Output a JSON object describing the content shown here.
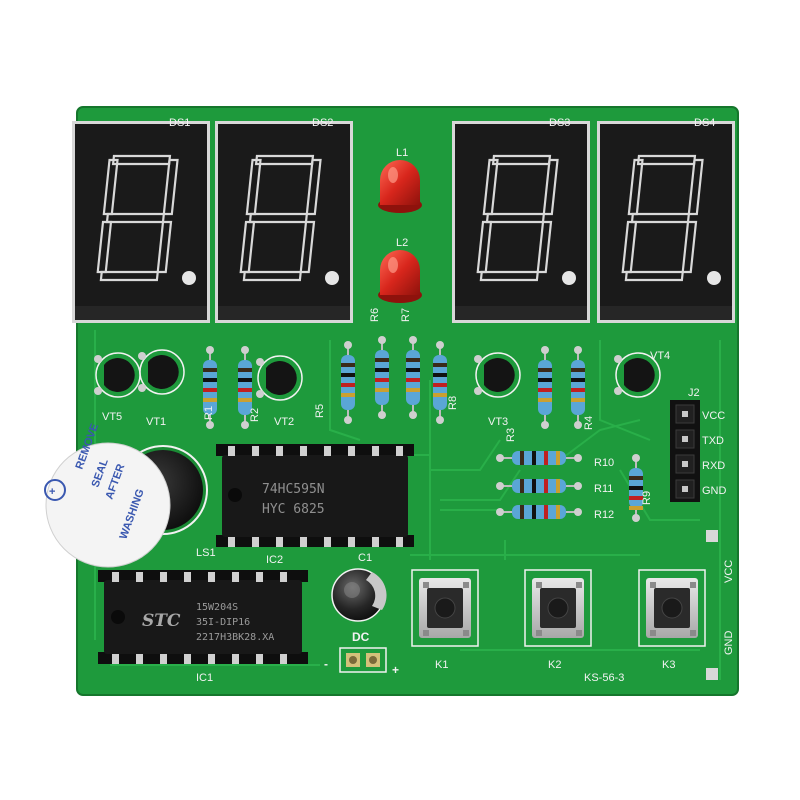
{
  "board": {
    "model": "KS-56-3",
    "colors": {
      "pcb": "#1e9a3c",
      "pcb_dark": "#147a2c",
      "silk": "#f2f2f2",
      "display": "#1a1a1a",
      "led": "#d8261c"
    }
  },
  "displays": [
    "DS1",
    "DS2",
    "DS3",
    "DS4"
  ],
  "leds": [
    "L1",
    "L2"
  ],
  "transistors": [
    "VT1",
    "VT2",
    "VT3",
    "VT4",
    "VT5"
  ],
  "resistors": [
    "R1",
    "R2",
    "R3",
    "R4",
    "R5",
    "R6",
    "R7",
    "R8",
    "R9",
    "R10",
    "R11",
    "R12"
  ],
  "chips": {
    "ic2": {
      "ref": "IC2",
      "line1": "74HC595N",
      "line2": "HYC 6825"
    },
    "ic1": {
      "ref": "IC1",
      "brand": "STC",
      "line1": "15W204S",
      "line2": "35I-DIP16",
      "line3": "2217H3BK28.XA"
    }
  },
  "buzzer": {
    "ref": "LS1",
    "sticker_line1": "REMOVE",
    "sticker_line2": "SEAL",
    "sticker_line3": "AFTER",
    "sticker_line4": "WASHING",
    "plus": "+"
  },
  "capacitor": {
    "ref": "C1"
  },
  "connector": {
    "ref": "J2",
    "pins": [
      "VCC",
      "TXD",
      "RXD",
      "GND"
    ]
  },
  "dc": {
    "label": "DC",
    "minus": "-",
    "plus": "+"
  },
  "buttons": [
    "K1",
    "K2",
    "K3"
  ],
  "side_labels": {
    "vcc": "VCC",
    "gnd": "GND"
  }
}
